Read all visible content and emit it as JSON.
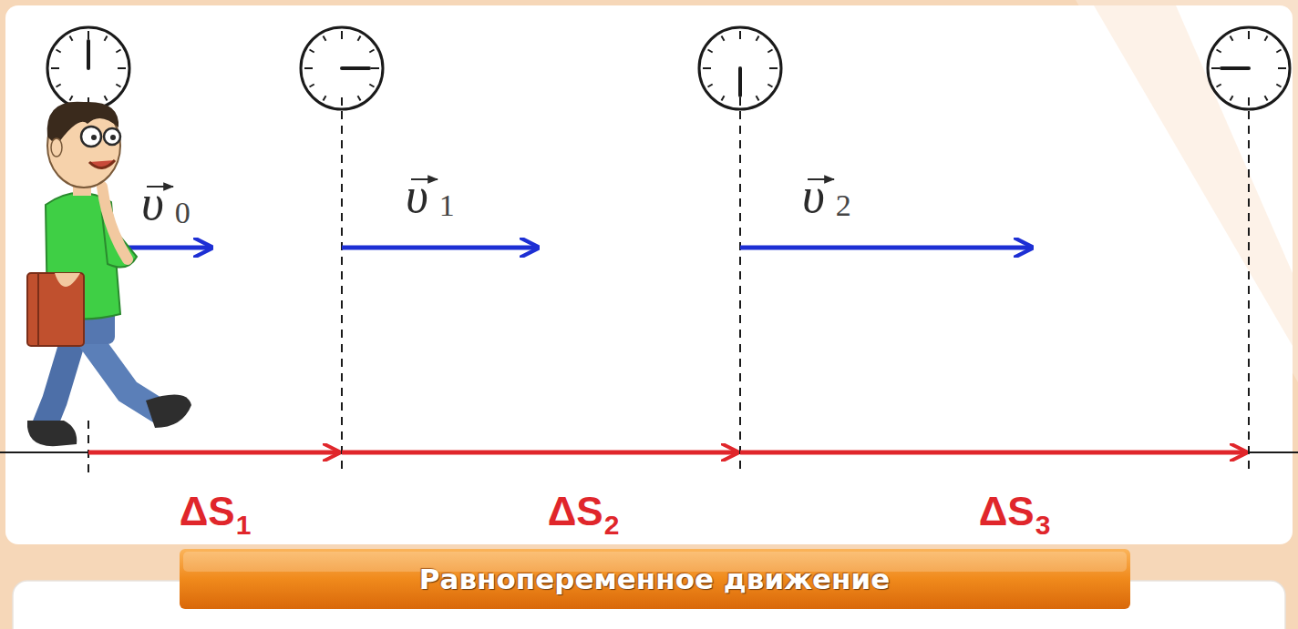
{
  "diagram": {
    "title": "Равнопеременное движение",
    "labels": [
      "υ0",
      "υ1",
      "υ2",
      "ΔS1",
      "ΔS2",
      "ΔS3"
    ]
  }
}
